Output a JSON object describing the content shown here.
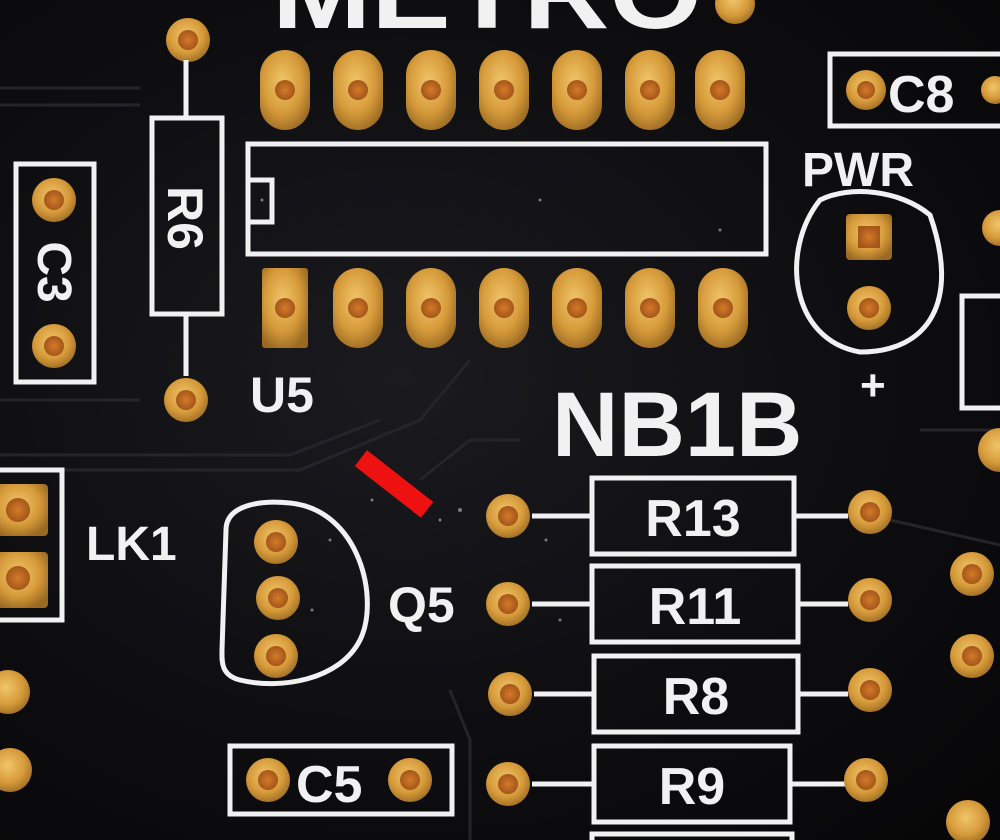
{
  "board": {
    "title_fragment": "METRO",
    "board_name": "NB1B",
    "plus_sign": "+",
    "colors": {
      "solder_mask": "#0e0e11",
      "silkscreen": "#f1f1f1",
      "pad_gold": "#d69a3a",
      "pad_hole": "#b8651a",
      "marker": "#ee1111"
    }
  },
  "labels": {
    "u5": "U5",
    "r6": "R6",
    "c3": "C3",
    "c8": "C8",
    "pwr": "PWR",
    "lk1": "LK1",
    "q5": "Q5",
    "c5": "C5",
    "r13": "R13",
    "r11": "R11",
    "r8": "R8",
    "r9": "R9"
  }
}
